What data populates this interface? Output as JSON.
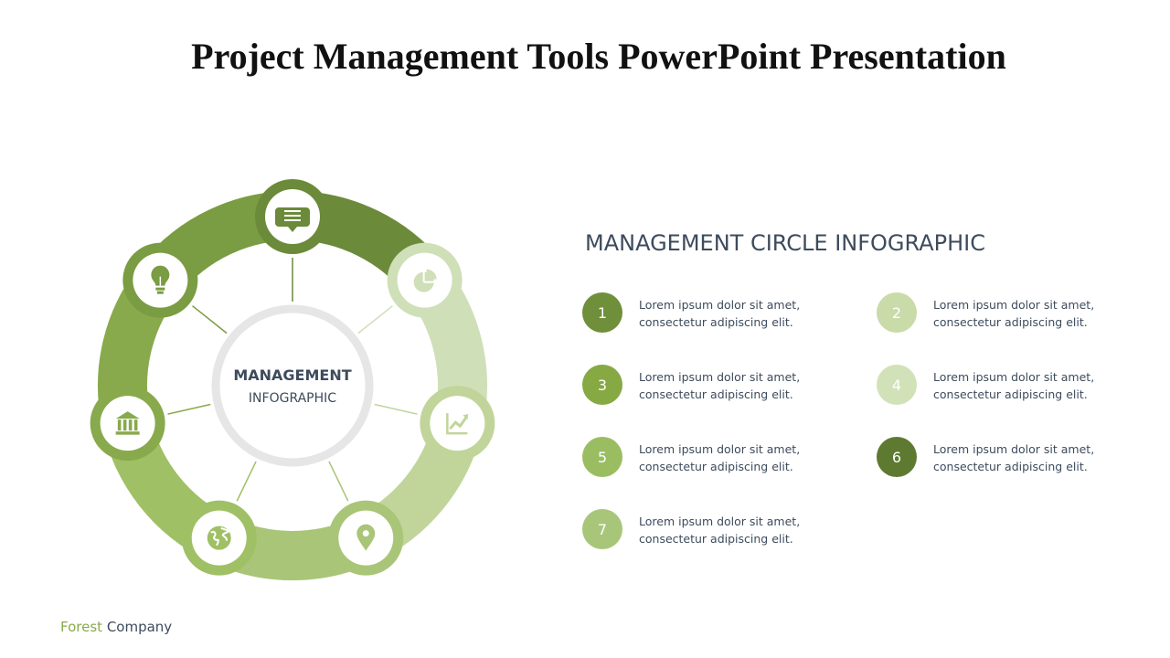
{
  "slide": {
    "title": "Project Management Tools PowerPoint Presentation"
  },
  "diagram": {
    "center_title": "MANAGEMENT",
    "center_subtitle": "INFOGRAPHIC",
    "nodes": [
      {
        "icon": "speech-bubble-icon",
        "color": "#6b8a3a"
      },
      {
        "icon": "pie-chart-icon",
        "color": "#cfdfb8"
      },
      {
        "icon": "line-chart-icon",
        "color": "#c1d59b"
      },
      {
        "icon": "location-pin-icon",
        "color": "#a9c577"
      },
      {
        "icon": "globe-icon",
        "color": "#9fc064"
      },
      {
        "icon": "bank-icon",
        "color": "#88aa4c"
      },
      {
        "icon": "lightbulb-icon",
        "color": "#7a9c42"
      }
    ]
  },
  "section": {
    "heading": "MANAGEMENT CIRCLE INFOGRAPHIC"
  },
  "items": [
    {
      "number": "1",
      "line1": "Lorem ipsum dolor sit amet,",
      "line2": "consectetur adipiscing elit.",
      "color": "#6f8f3a"
    },
    {
      "number": "2",
      "line1": "Lorem ipsum dolor sit amet,",
      "line2": "consectetur adipiscing elit.",
      "color": "#c8dba8"
    },
    {
      "number": "3",
      "line1": "Lorem ipsum dolor sit amet,",
      "line2": "consectetur adipiscing elit.",
      "color": "#86a944"
    },
    {
      "number": "4",
      "line1": "Lorem ipsum dolor sit amet,",
      "line2": "consectetur adipiscing elit.",
      "color": "#d2e2b8"
    },
    {
      "number": "5",
      "line1": "Lorem ipsum dolor sit amet,",
      "line2": "consectetur adipiscing elit.",
      "color": "#9bbd62"
    },
    {
      "number": "6",
      "line1": "Lorem ipsum dolor sit amet,",
      "line2": "consectetur adipiscing elit.",
      "color": "#5e7a31"
    },
    {
      "number": "7",
      "line1": "Lorem ipsum dolor sit amet,",
      "line2": "consectetur adipiscing elit.",
      "color": "#a8c67a"
    }
  ],
  "footer": {
    "brand_part1": "Forest",
    "brand_part2": " Company"
  }
}
